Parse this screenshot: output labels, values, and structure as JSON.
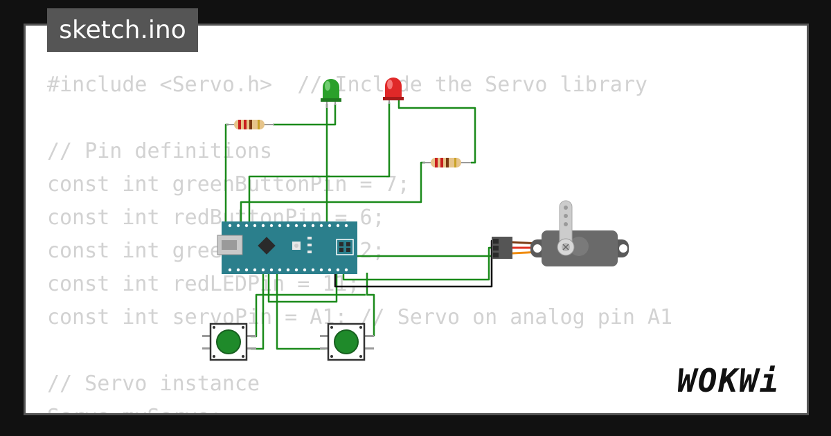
{
  "header": {
    "filename": "sketch.ino"
  },
  "code_lines": [
    "#include <Servo.h>  // Include the Servo library",
    "",
    "// Pin definitions",
    "const int greenButtonPin = 7;",
    "const int redButtonPin = 6;",
    "const int greenLEDPin = 12;",
    "const int redLEDPin = 11;",
    "const int servoPin = A1; // Servo on analog pin A1",
    "",
    "// Servo instance",
    "Servo myServo;"
  ],
  "brand": {
    "logo_text": "WOKWi"
  },
  "colors": {
    "background": "#111111",
    "card": "#ffffff",
    "code_text": "#d2d2d2",
    "wire_green": "#1a8a1a",
    "wire_black": "#111111",
    "board": "#2b7f8c",
    "led_green": "#2aa02a",
    "led_red": "#e02828",
    "button_green": "#1f8a2a",
    "servo_body": "#5a5a5a"
  },
  "components": {
    "board": {
      "icon": "arduino-nano-icon"
    },
    "resistors": [
      "resistor-icon",
      "resistor-icon"
    ],
    "leds": [
      "green-led-icon",
      "red-led-icon"
    ],
    "buttons": [
      "green-pushbutton-icon",
      "green-pushbutton-icon"
    ],
    "servo": {
      "icon": "servo-motor-icon"
    }
  }
}
